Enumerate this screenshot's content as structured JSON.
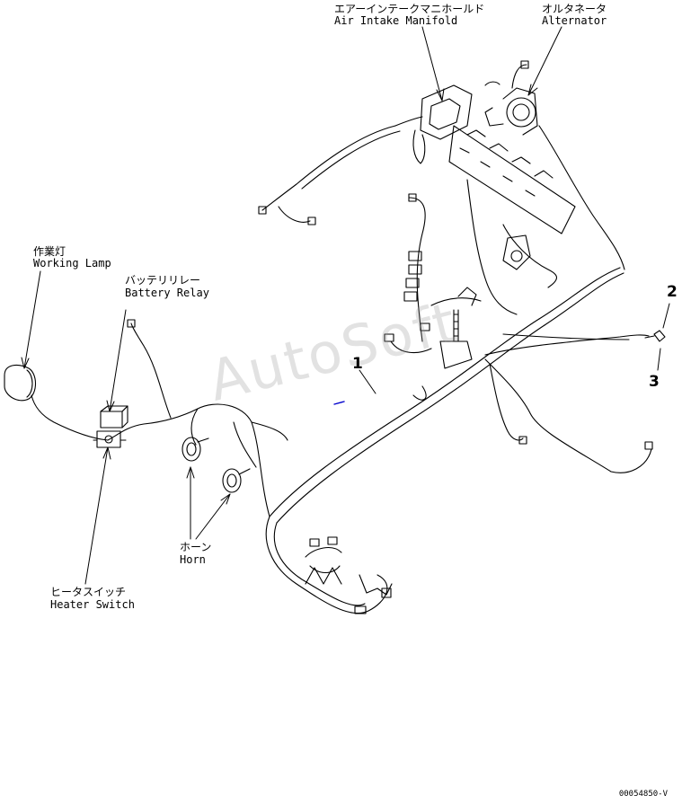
{
  "labels": {
    "air_intake_manifold": {
      "jp": "エアーインテークマニホールド",
      "en": "Air Intake Manifold"
    },
    "alternator": {
      "jp": "オルタネータ",
      "en": "Alternator"
    },
    "working_lamp": {
      "jp": "作業灯",
      "en": "Working Lamp"
    },
    "battery_relay": {
      "jp": "バッテリリレー",
      "en": "Battery Relay"
    },
    "horn": {
      "jp": "ホーン",
      "en": "Horn"
    },
    "heater_switch": {
      "jp": "ヒータスイッチ",
      "en": "Heater Switch"
    }
  },
  "callouts": {
    "c1": "1",
    "c2": "2",
    "c3": "3"
  },
  "watermark": "AutoSoft",
  "drawing_code": "00054850-V",
  "colors": {
    "line": "#000000",
    "background": "#ffffff",
    "watermark": "#969696",
    "accent": "#0000cc"
  }
}
